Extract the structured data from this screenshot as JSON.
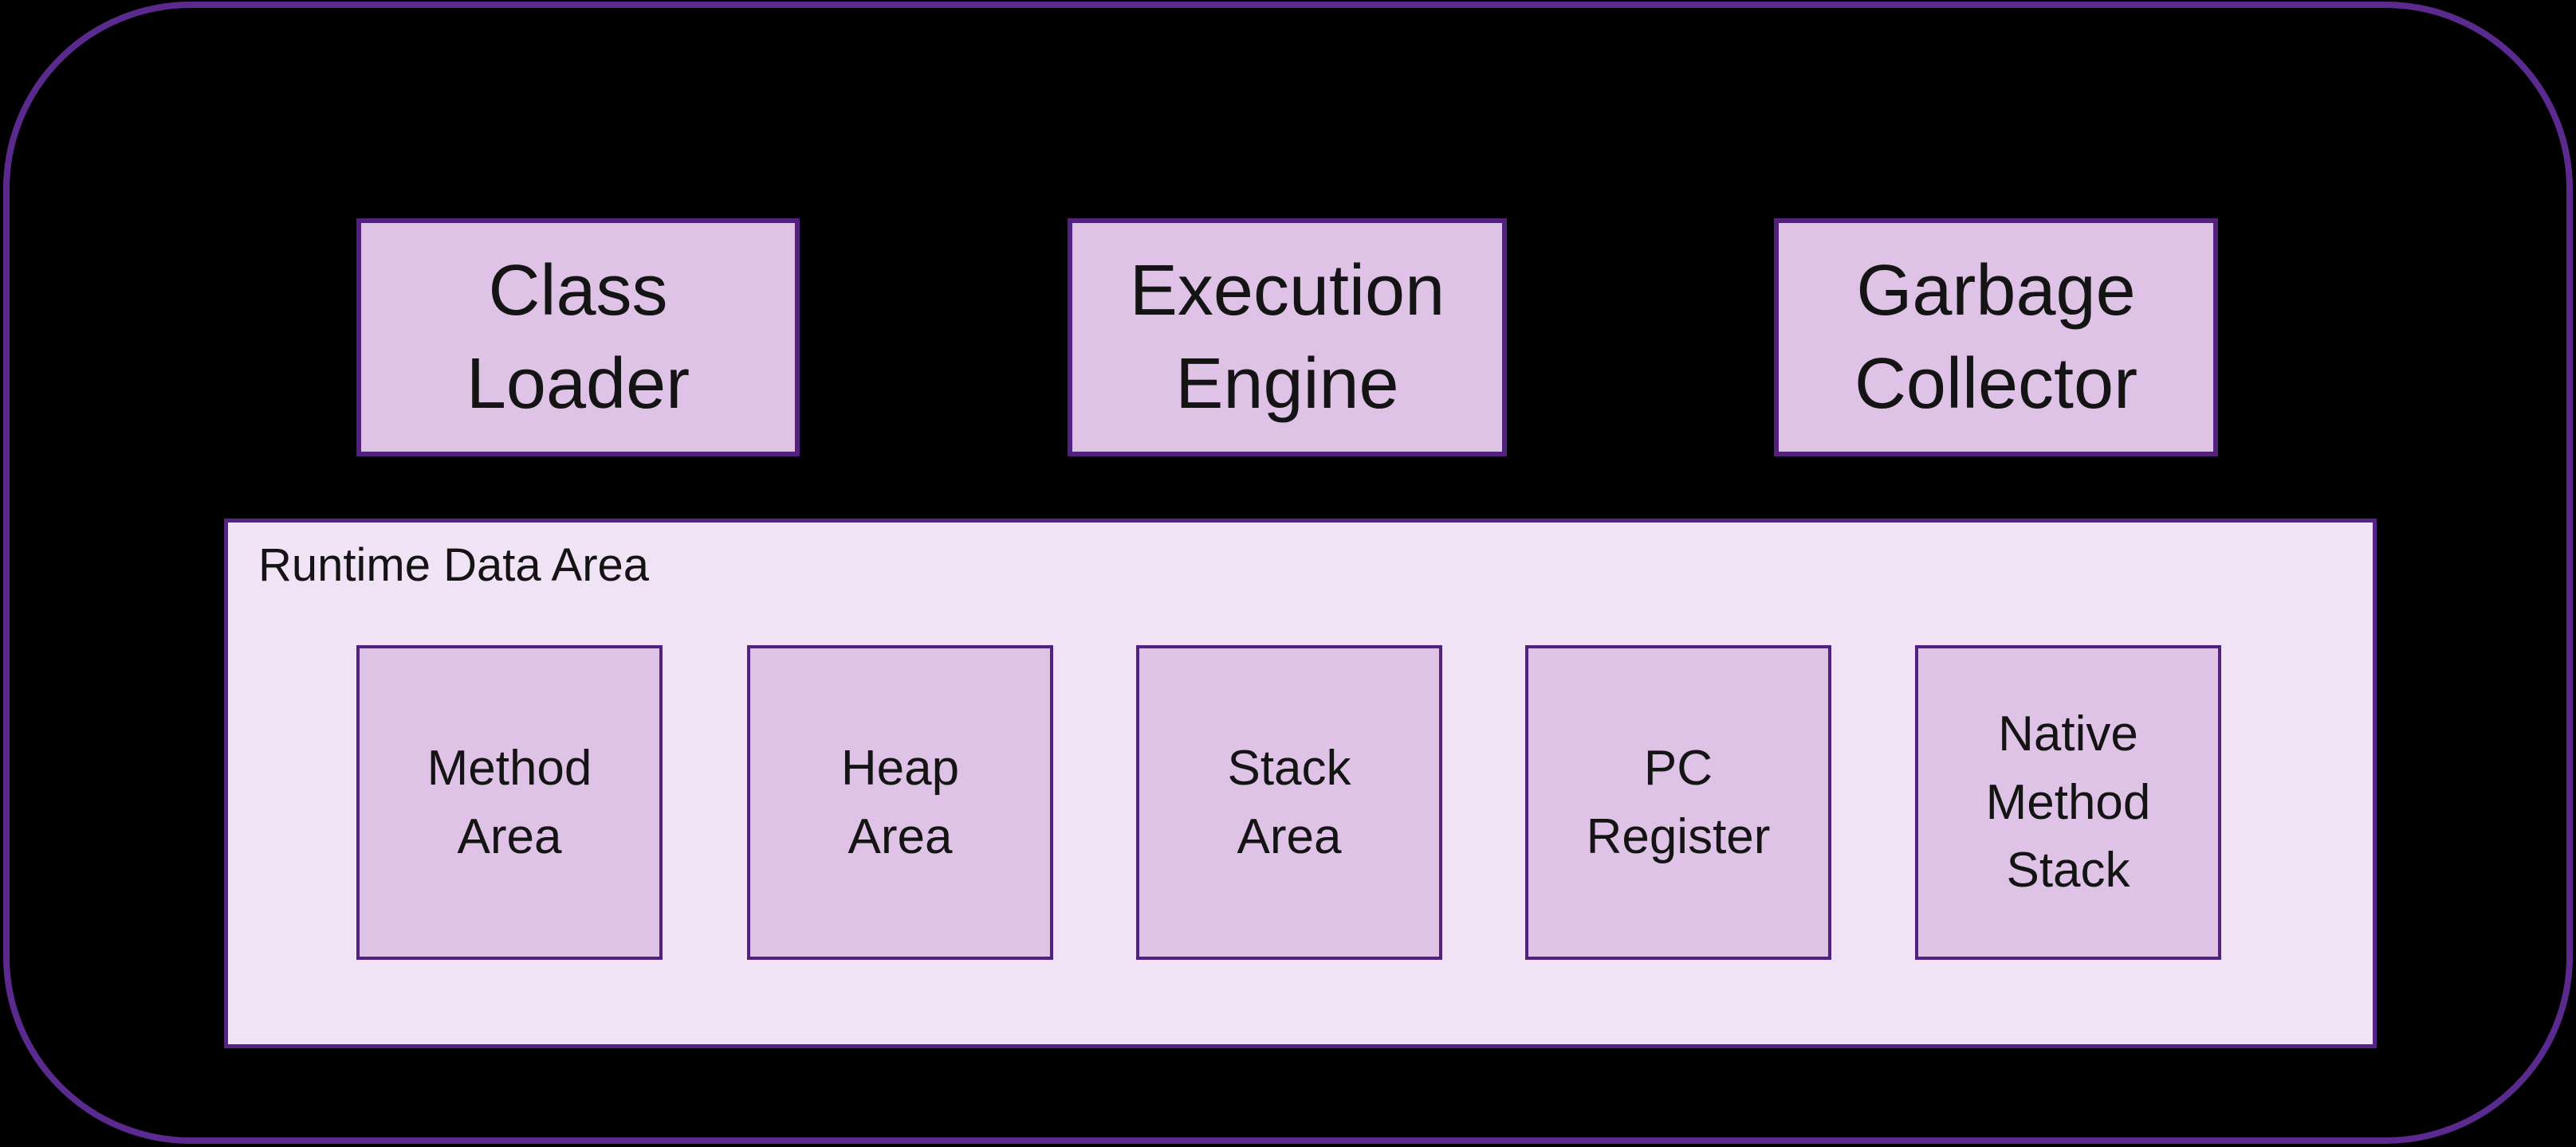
{
  "colors": {
    "background": "#000000",
    "frame_border": "#5B2A8F",
    "box_fill": "#DFC3E7",
    "box_border": "#52207F",
    "container_fill": "#F0E3F5",
    "container_border": "#552287",
    "text": "#141414"
  },
  "top_boxes": [
    {
      "id": "class-loader",
      "label": "Class\nLoader"
    },
    {
      "id": "execution-engine",
      "label": "Execution\nEngine"
    },
    {
      "id": "garbage-collector",
      "label": "Garbage\nCollector"
    }
  ],
  "runtime_data_area": {
    "label": "Runtime Data Area",
    "boxes": [
      {
        "id": "method-area",
        "label": "Method\nArea"
      },
      {
        "id": "heap-area",
        "label": "Heap\nArea"
      },
      {
        "id": "stack-area",
        "label": "Stack\nArea"
      },
      {
        "id": "pc-register",
        "label": "PC\nRegister"
      },
      {
        "id": "native-method-stack",
        "label": "Native\nMethod\nStack"
      }
    ]
  }
}
